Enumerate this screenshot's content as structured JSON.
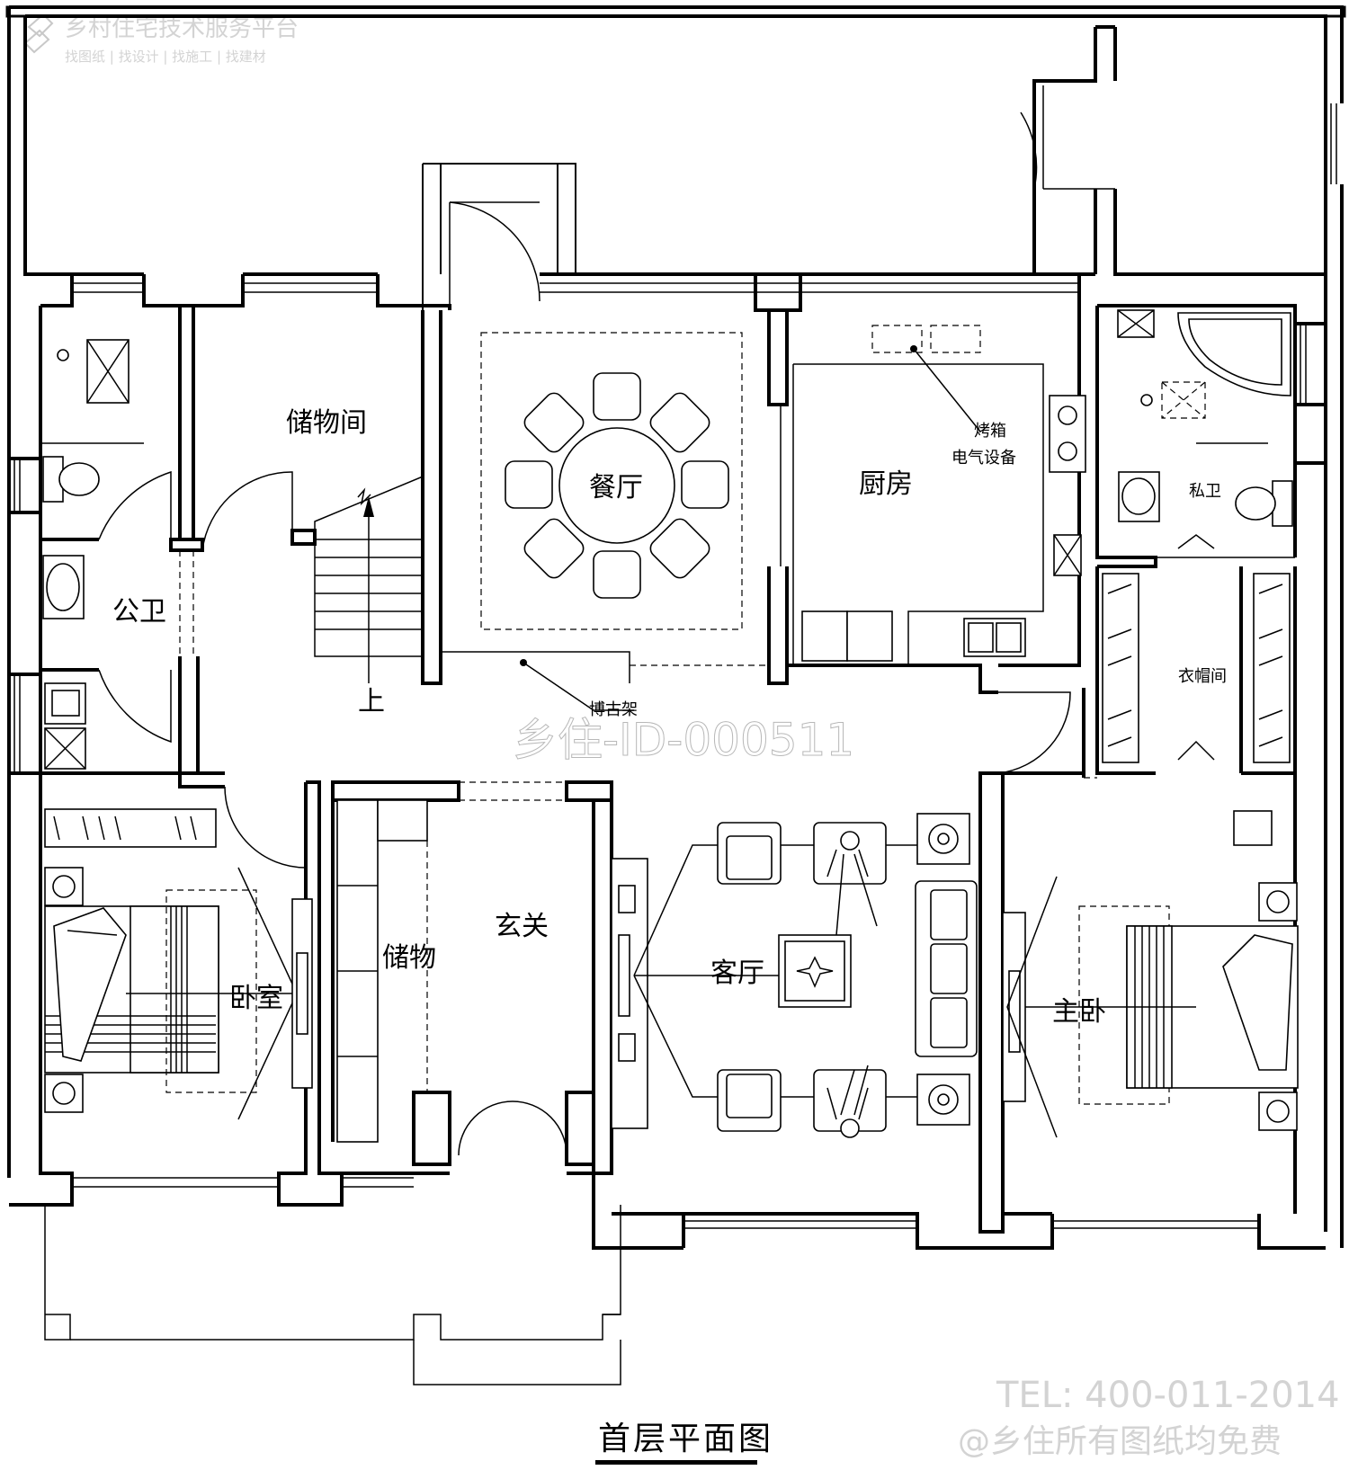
{
  "brand": {
    "name": "乡村住宅技术服务平台",
    "tagline": "找图纸 | 找设计 | 找施工 | 找建材"
  },
  "watermark": {
    "id": "乡住-ID-000511",
    "tel": "TEL: 400-011-2014",
    "note": "@乡住所有图纸均免费"
  },
  "title": "首层平面图",
  "rooms": {
    "storage_room": "储物间",
    "dining": "餐厅",
    "kitchen": "厨房",
    "public_bath": "公卫",
    "private_bath": "私卫",
    "cloakroom": "衣帽间",
    "bedroom": "卧室",
    "storage": "储物",
    "foyer": "玄关",
    "living": "客厅",
    "master_bedroom": "主卧"
  },
  "annotations": {
    "oven": "烤箱",
    "electrical": "电气设备",
    "curio_shelf": "博古架",
    "stair_up": "上"
  }
}
